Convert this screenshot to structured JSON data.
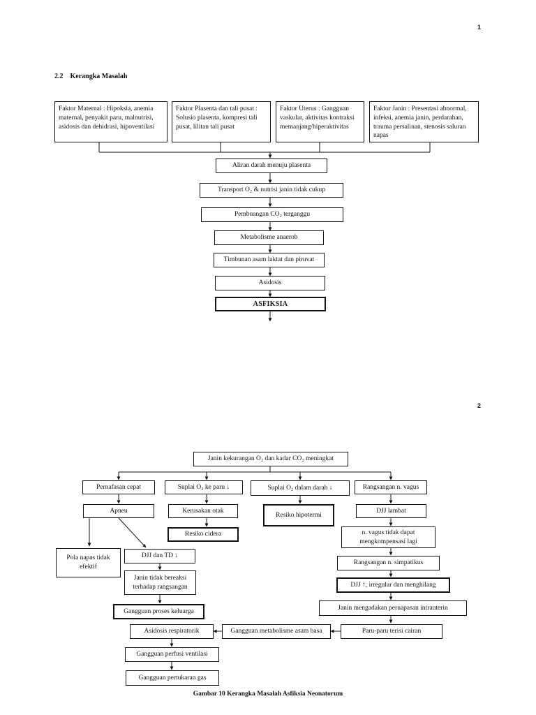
{
  "page_numbers": {
    "first": "1",
    "second": "2"
  },
  "heading": {
    "number": "2.2",
    "title": "Kerangka Masalah"
  },
  "factors": {
    "maternal": "Faktor Maternal : Hipoksia, anemia maternal, penyakit paru, malnutrisi, asidosis dan dehidrasi, hipoventilasi",
    "plasenta": "Faktor Plasenta dan tali pusat : Solusio plasenta, kompresi tali pusat, lilitan tali pusat",
    "uterus": "Faktor Uterus : Gangguan vaskular, aktivitas kontraksi memanjang/hiperaktivitas",
    "janin": "Faktor Janin : Presentasi abnormal, infeksi, anemia janin, perdarahan, trauma persalinan, stenosis saluran napas"
  },
  "chain1": {
    "aliran": "Aliran darah menuju plasenta",
    "transport": "Transport O₂ & nutrisi janin tidak cukup",
    "pembuangan": "Pembuangan CO₂ terganggu",
    "metabolisme": "Metabolisme anaerob",
    "timbunan": "Timbunan asam laktat dan piruvat",
    "asidosis": "Asidosis",
    "asfiksia": "ASFIKSIA"
  },
  "chain2": {
    "root": "Janin kekurangan O₂ dan kadar CO₂ meningkat",
    "pernafasan": "Pernafasan cepat",
    "suplai_paru": "Suplai O₂ ke paru ↓",
    "suplai_darah": "Suplai O₂ dalam darah ↓",
    "rangsangan_vagus": "Rangsangan n. vagus",
    "apneu": "Apneu",
    "kerusakan_otak": "Kerusakan otak",
    "resiko_hipotermi": "Resiko hipotermi",
    "djj_lambat": "DJJ lambat",
    "resiko_cidera": "Resiko cidera",
    "vagus_tidak": "n. vagus tidak dapat mengkompensasi lagi",
    "pola_napas": "Pola napas tidak efektif",
    "djj_td": "DJJ dan TD ↓",
    "rangsangan_simpatikus": "Rangsangan n. simpatikus",
    "janin_tidak": "Janin tidak bereaksi terhadap rangsangan",
    "djj_irregular": "DJJ ↑, irregular dan menghilang",
    "gangguan_keluarga": "Gangguan proses keluarga",
    "janin_pernapasan": "Janin mengadakan pernapasan intrauterin",
    "asidosis_resp": "Asidosis respiratorik",
    "gangguan_metabolisme": "Gangguan metabolisme asam basa",
    "paru_cairan": "Paru-paru terisi cairan",
    "gangguan_perfusi": "Gangguan perfusi ventilasi",
    "gangguan_pertukaran": "Gangguan pertukaran gas"
  },
  "caption": "Gambar 10 Kerangka Masalah Asfiksia Neonatorum"
}
